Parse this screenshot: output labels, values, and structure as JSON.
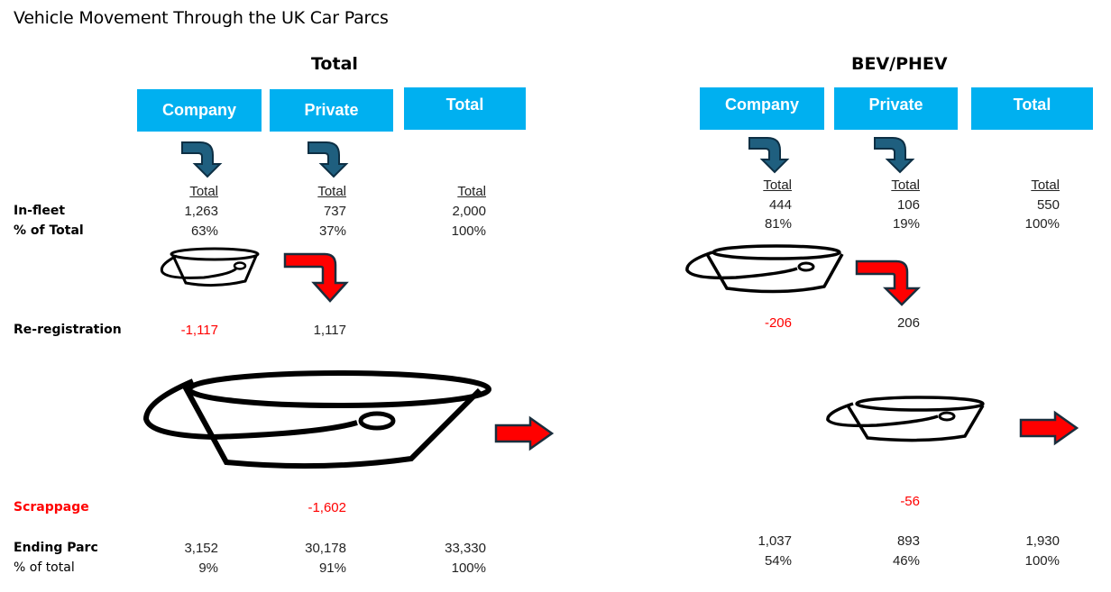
{
  "title": "Vehicle Movement Through the UK Car Parcs",
  "colors": {
    "header_box": "#00b0f0",
    "flow_arrow": "#1f5f7f",
    "transfer_arrow": "#ff0000",
    "negative_value": "#ff0000"
  },
  "row_labels": {
    "in_fleet": "In-fleet",
    "pct_top": "% of Total",
    "re_registration": "Re-registration",
    "scrappage": "Scrappage",
    "ending_parc": "Ending Parc",
    "pct_bottom": "% of total"
  },
  "total_section": {
    "title": "Total",
    "headers": [
      "Company",
      "Private",
      "Total"
    ],
    "col_heads": [
      "Total",
      "Total",
      "Total"
    ],
    "in_fleet": [
      "1,263",
      "737",
      "2,000"
    ],
    "pct_top": [
      "63%",
      "37%",
      "100%"
    ],
    "re_registration": [
      "-1,117",
      "1,117"
    ],
    "scrappage": "-1,602",
    "ending_parc": [
      "3,152",
      "30,178",
      "33,330"
    ],
    "pct_bottom": [
      "9%",
      "91%",
      "100%"
    ]
  },
  "bev_section": {
    "title": "BEV/PHEV",
    "headers": [
      "Company",
      "Private",
      "Total"
    ],
    "col_heads": [
      "Total",
      "Total",
      "Total"
    ],
    "in_fleet": [
      "444",
      "106",
      "550"
    ],
    "pct_top": [
      "81%",
      "19%",
      "100%"
    ],
    "re_registration": [
      "-206",
      "206"
    ],
    "scrappage": "-56",
    "ending_parc": [
      "1,037",
      "893",
      "1,930"
    ],
    "pct_bottom": [
      "54%",
      "46%",
      "100%"
    ]
  },
  "icons": {
    "flow_arrow": "curved-down-arrow",
    "transfer_arrow": "curved-down-arrow-red",
    "exit_arrow": "right-arrow-red",
    "bucket": "bucket"
  }
}
